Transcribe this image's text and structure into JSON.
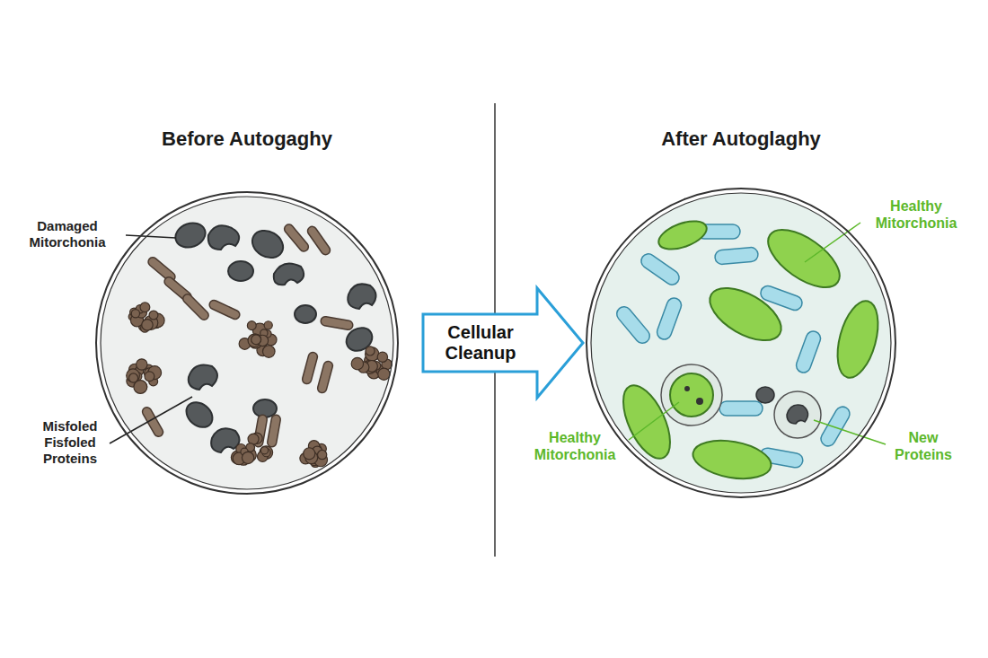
{
  "diagram": {
    "nodes": [
      {
        "text": [
          "Before Autogaghy"
        ]
      },
      {
        "text": [
          "Cellular Cleanup"
        ]
      },
      {
        "text": [
          "After Autoglaghy"
        ]
      }
    ],
    "labels": [
      "Damaged Mitorchonia",
      "Misfoled Fisfoled Proteins",
      "Healthy Mitorchonia",
      "Healthy Mitorchonia",
      "New Proteins"
    ]
  }
}
